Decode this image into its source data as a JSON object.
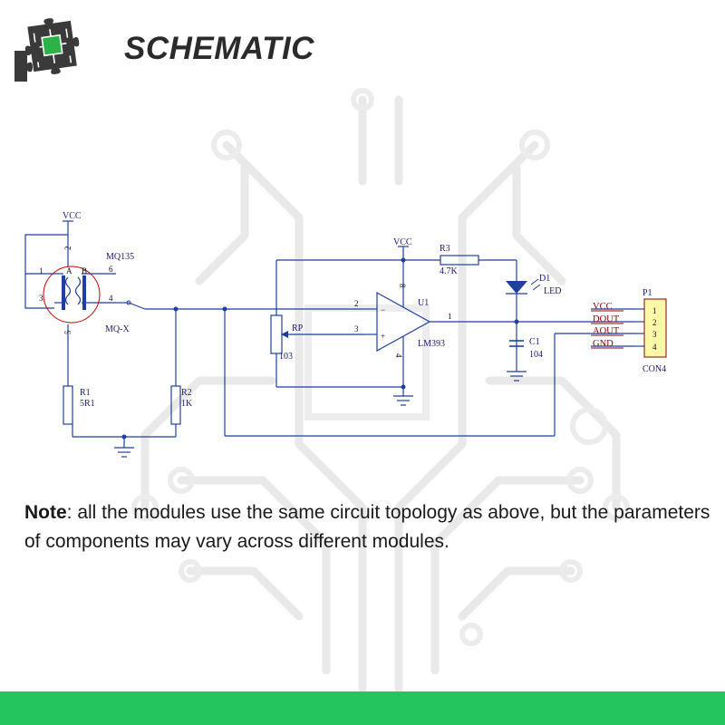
{
  "header": {
    "title": "SCHEMATIC",
    "logo_icon": "circuit-puzzle-icon"
  },
  "schematic": {
    "sensor": {
      "supply": "VCC",
      "model": "MQ135",
      "variant": "MQ-X",
      "pin_a": "A",
      "pin_b": "B",
      "pins": [
        "1",
        "2",
        "3",
        "4",
        "5",
        "6"
      ]
    },
    "r1": {
      "ref": "R1",
      "value": "5R1"
    },
    "r2": {
      "ref": "R2",
      "value": "1K"
    },
    "rp": {
      "ref": "RP",
      "value": "103"
    },
    "u1": {
      "ref": "U1",
      "part": "LM393",
      "supply": "VCC",
      "pin_inv": "2",
      "pin_noninv": "3",
      "pin_out": "1",
      "pin_vcc": "8",
      "pin_gnd": "4",
      "sign_minus": "−",
      "sign_plus": "+"
    },
    "r3": {
      "ref": "R3",
      "value": "4.7K"
    },
    "d1": {
      "ref": "D1",
      "value": "LED"
    },
    "c1": {
      "ref": "C1",
      "value": "104"
    },
    "p1": {
      "ref": "P1",
      "part": "CON4",
      "pins": [
        "1",
        "2",
        "3",
        "4"
      ],
      "signals": [
        "VCC",
        "DOUT",
        "AOUT",
        "GND"
      ]
    }
  },
  "note": {
    "label": "Note",
    "text": ": all the modules use the same circuit topology as above, but the parameters of components may vary across different modules."
  },
  "colors": {
    "wire": "#1f3fa0",
    "accent_green": "#22c55e",
    "sensor_circle": "#cc0000",
    "connector_fill": "#fff7a8",
    "label_blue": "#1a1a6e",
    "net_label_red": "#8b0000"
  }
}
